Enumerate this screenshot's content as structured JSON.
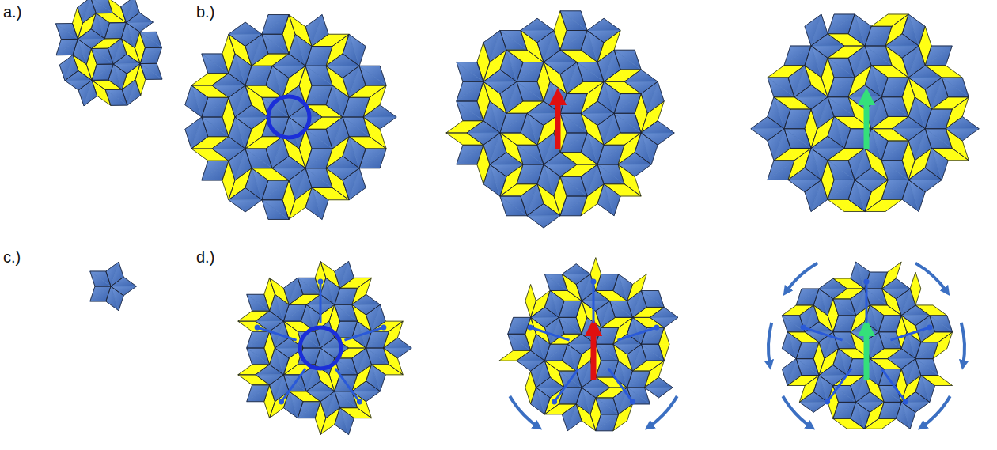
{
  "diagram": {
    "labels": [
      "a.)",
      "b.)",
      "c.)",
      "d.)"
    ]
  }
}
